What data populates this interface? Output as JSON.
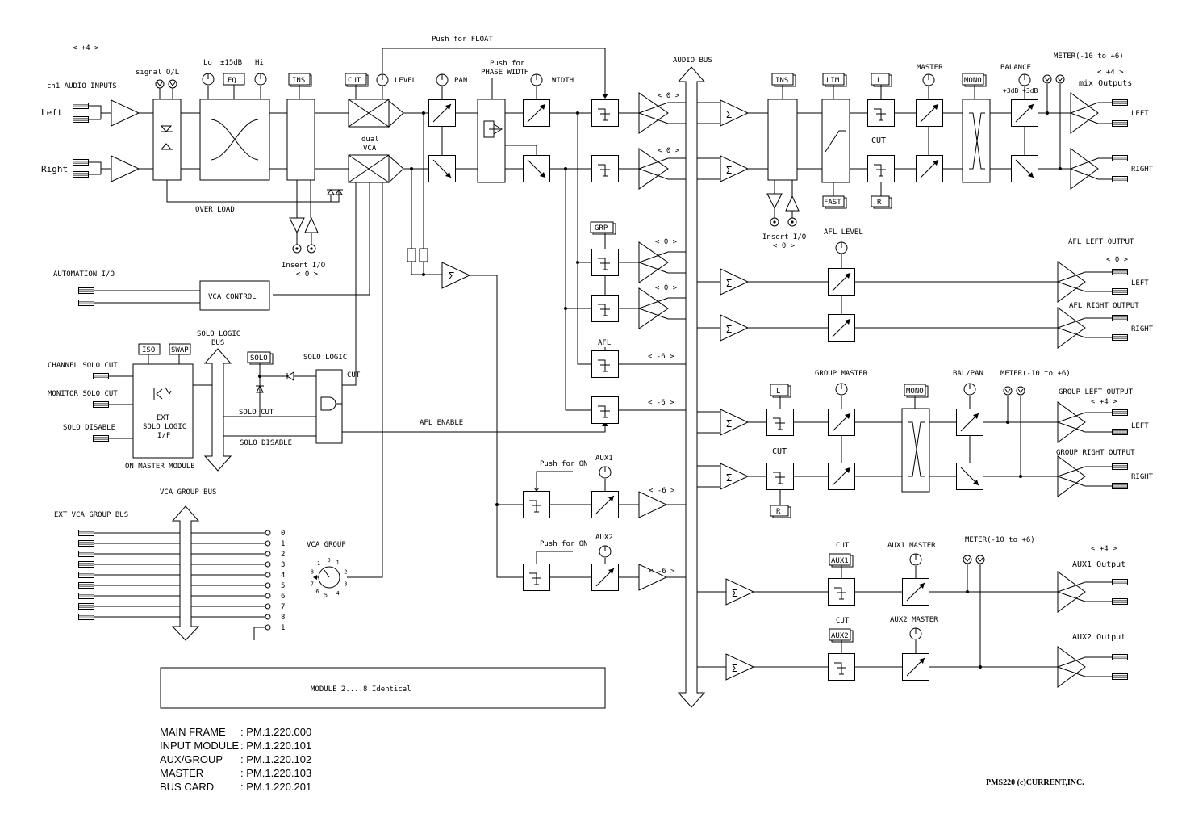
{
  "diagram": {
    "input": {
      "level_tag": "< +4 >",
      "title": "ch1 AUDIO INPUTS",
      "left": "Left",
      "right": "Right",
      "signal_ol": "signal O/L",
      "eq_lo": "Lo",
      "eq_range": "±15dB",
      "eq_hi": "Hi",
      "eq_button": "EQ",
      "overload": "OVER LOAD"
    },
    "channel": {
      "ins": "INS",
      "cut": "CUT",
      "level": "LEVEL",
      "dual_vca": [
        "dual",
        "VCA"
      ],
      "push_float": "Push for FLOAT",
      "pan": "PAN",
      "push_phase": [
        "Push for",
        "PHASE WIDTH"
      ],
      "width": "WIDTH",
      "insert_io": "Insert I/O",
      "insert_level": "< 0 >"
    },
    "automation": {
      "label": "AUTOMATION I/O",
      "vca_control": "VCA CONTROL"
    },
    "solo": {
      "logic_bus": [
        "SOLO LOGIC",
        "BUS"
      ],
      "iso": "ISO",
      "swap": "SWAP",
      "solo_button": "SOLO",
      "solo_logic": "SOLO LOGIC",
      "cut": "CUT",
      "channel_solo_cut": "CHANNEL SOLO CUT",
      "monitor_solo_cut": "MONITOR SOLO CUT",
      "solo_disable": "SOLO DISABLE",
      "ext_if": [
        "EXT",
        "SOLO LOGIC",
        "I/F"
      ],
      "solo_cut_line": "SOLO CUT",
      "solo_disable_line": "SOLO DISABLE",
      "on_master": "ON MASTER MODULE",
      "afl_enable": "AFL ENABLE"
    },
    "vca_group": {
      "bus_title": "VCA GROUP BUS",
      "ext_bus": "EXT VCA GROUP BUS",
      "lines": [
        "0",
        "1",
        "2",
        "3",
        "4",
        "5",
        "6",
        "7",
        "8",
        "1"
      ],
      "selector_title": "VCA GROUP",
      "dial": [
        "1",
        "0",
        "1",
        "2",
        "3",
        "4",
        "5",
        "6",
        "7",
        "8"
      ]
    },
    "routing": {
      "grp": "GRP",
      "afl": "AFL",
      "l0": "< 0 >",
      "lm6": "< -6 >",
      "aux1": "AUX1",
      "aux2": "AUX2",
      "push_on": "Push for ON"
    },
    "audio_bus": "AUDIO BUS",
    "master": {
      "ins": "INS",
      "lim": "LIM",
      "fast": "FAST",
      "l": "L",
      "r": "R",
      "cut": "CUT",
      "master": "MASTER",
      "mono": "MONO",
      "balance": "BALANCE",
      "bal_range": "+3dB  +3dB",
      "meter": "METER(-10 to +6)",
      "plus4": "< +4 >",
      "mix_outputs": "mix Outputs",
      "left": "LEFT",
      "right": "RIGHT",
      "insert_io": "Insert I/O",
      "insert_level": "< 0 >"
    },
    "afl_out": {
      "level": "AFL LEVEL",
      "left_output": "AFL LEFT OUTPUT",
      "right_output": "AFL RIGHT OUTPUT",
      "zero": "< 0 >",
      "left": "LEFT",
      "right": "RIGHT"
    },
    "group_out": {
      "l": "L",
      "r": "R",
      "cut": "CUT",
      "master": "GROUP MASTER",
      "mono": "MONO",
      "balpan": "BAL/PAN",
      "meter": "METER(-10 to +6)",
      "left_output": "GROUP LEFT OUTPUT",
      "plus4": "< +4 >",
      "right_output": "GROUP RIGHT OUTPUT",
      "left": "LEFT",
      "right": "RIGHT"
    },
    "aux_out": {
      "cut": "CUT",
      "aux1": "AUX1",
      "aux2": "AUX2",
      "aux1_master": "AUX1 MASTER",
      "aux2_master": "AUX2 MASTER",
      "meter": "METER(-10 to +6)",
      "plus4": "< +4 >",
      "aux1_output": "AUX1 Output",
      "aux2_output": "AUX2 Output"
    },
    "module_note": "MODULE 2....8 Identical",
    "part_numbers": [
      {
        "name": "MAIN FRAME",
        "code": ": PM.1.220.000"
      },
      {
        "name": "INPUT MODULE",
        "code": ": PM.1.220.101"
      },
      {
        "name": "AUX/GROUP",
        "code": ": PM.1.220.102"
      },
      {
        "name": "MASTER",
        "code": ": PM.1.220.103"
      },
      {
        "name": "BUS CARD",
        "code": ": PM.1.220.201"
      }
    ],
    "credit": "PMS220 (c)CURRENT,INC."
  }
}
